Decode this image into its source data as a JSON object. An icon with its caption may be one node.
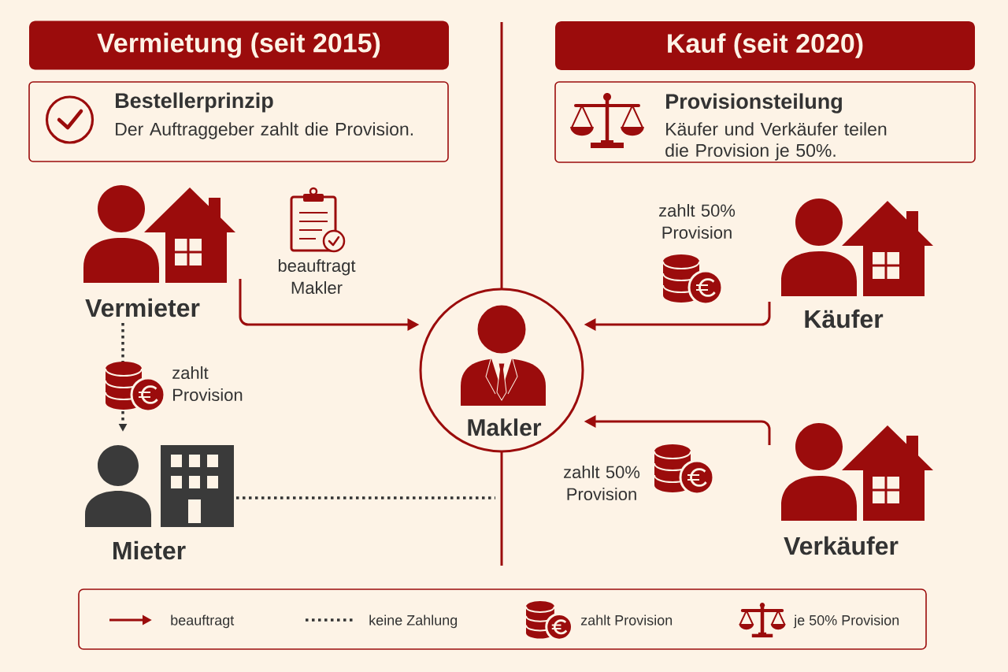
{
  "diagram": {
    "nodes": [
      {
        "text": [
          "Vermietung (seit 2015)"
        ]
      },
      {
        "text": [
          "Kauf (seit 2020)"
        ]
      },
      {
        "text": [
          "Bestellerprinzip",
          "Der Auftraggeber zahlt die Provision."
        ]
      },
      {
        "text": [
          "Provisionsteilung",
          "Käufer und Verkäufer teilen die Provision je 50%."
        ]
      },
      {
        "text": [
          "Vermieter"
        ]
      },
      {
        "text": [
          "Käufer"
        ]
      },
      {
        "text": [
          "Makler"
        ]
      },
      {
        "text": [
          "Mieter"
        ]
      },
      {
        "text": [
          "Verkäufer"
        ]
      }
    ],
    "edges": [
      {
        "from": 4,
        "to": 6,
        "arrow": "to",
        "label": "beauftragt Makler"
      },
      {
        "from": 4,
        "to": 7,
        "arrow": "to",
        "label": "zahlt Provision",
        "style": "dashed",
        "color": "#333333"
      },
      {
        "from": 7,
        "to": null,
        "arrow": "none",
        "style": "dashed",
        "color": "#333333"
      },
      {
        "from": 5,
        "to": 6,
        "arrow": "to",
        "label": "zahlt 50% Provision"
      },
      {
        "from": 8,
        "to": 6,
        "arrow": "to",
        "label": "zahlt 50% Provision"
      }
    ],
    "legend": [
      {
        "text": "beauftragt"
      },
      {
        "text": "keine Zahlung"
      },
      {
        "text": "zahlt Provision"
      },
      {
        "text": "je 50% Provision"
      }
    ]
  }
}
